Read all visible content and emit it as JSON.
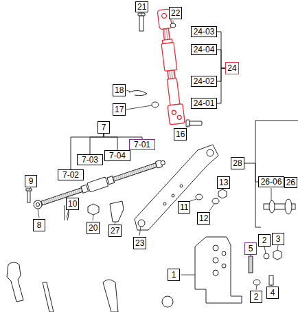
{
  "diagram": {
    "nodes": [
      {
        "text": [
          "21"
        ]
      },
      {
        "text": [
          "22"
        ]
      },
      {
        "text": [
          "24-03"
        ]
      },
      {
        "text": [
          "24-04"
        ]
      },
      {
        "text": [
          "24"
        ]
      },
      {
        "text": [
          "24-02"
        ]
      },
      {
        "text": [
          "18"
        ]
      },
      {
        "text": [
          "24-01"
        ]
      },
      {
        "text": [
          "17"
        ]
      },
      {
        "text": [
          "7"
        ]
      },
      {
        "text": [
          "16"
        ]
      },
      {
        "text": [
          "7-01"
        ]
      },
      {
        "text": [
          "7-04"
        ]
      },
      {
        "text": [
          "7-03"
        ]
      },
      {
        "text": [
          "28"
        ]
      },
      {
        "text": [
          "9"
        ]
      },
      {
        "text": [
          "7-02"
        ]
      },
      {
        "text": [
          "13"
        ]
      },
      {
        "text": [
          "26-06"
        ]
      },
      {
        "text": [
          "26"
        ]
      },
      {
        "text": [
          "11"
        ]
      },
      {
        "text": [
          "12"
        ]
      },
      {
        "text": [
          "10"
        ]
      },
      {
        "text": [
          "8"
        ]
      },
      {
        "text": [
          "20"
        ]
      },
      {
        "text": [
          "27"
        ]
      },
      {
        "text": [
          "2"
        ]
      },
      {
        "text": [
          "3"
        ]
      },
      {
        "text": [
          "23"
        ]
      },
      {
        "text": [
          "5"
        ]
      },
      {
        "text": [
          "1"
        ]
      },
      {
        "text": [
          "4"
        ]
      },
      {
        "text": [
          "2"
        ]
      }
    ],
    "edges": [
      {
        "from": 2,
        "to": 4,
        "arrow": "none"
      },
      {
        "from": 3,
        "to": 4,
        "arrow": "none"
      },
      {
        "from": 5,
        "to": 4,
        "arrow": "none"
      },
      {
        "from": 7,
        "to": 4,
        "arrow": "none"
      },
      {
        "from": 9,
        "to": 16,
        "arrow": "none"
      },
      {
        "from": 9,
        "to": 13,
        "arrow": "none"
      },
      {
        "from": 9,
        "to": 12,
        "arrow": "none"
      },
      {
        "from": 9,
        "to": 11,
        "arrow": "none"
      },
      {
        "from": 14,
        "to": 18,
        "arrow": "none"
      }
    ]
  }
}
